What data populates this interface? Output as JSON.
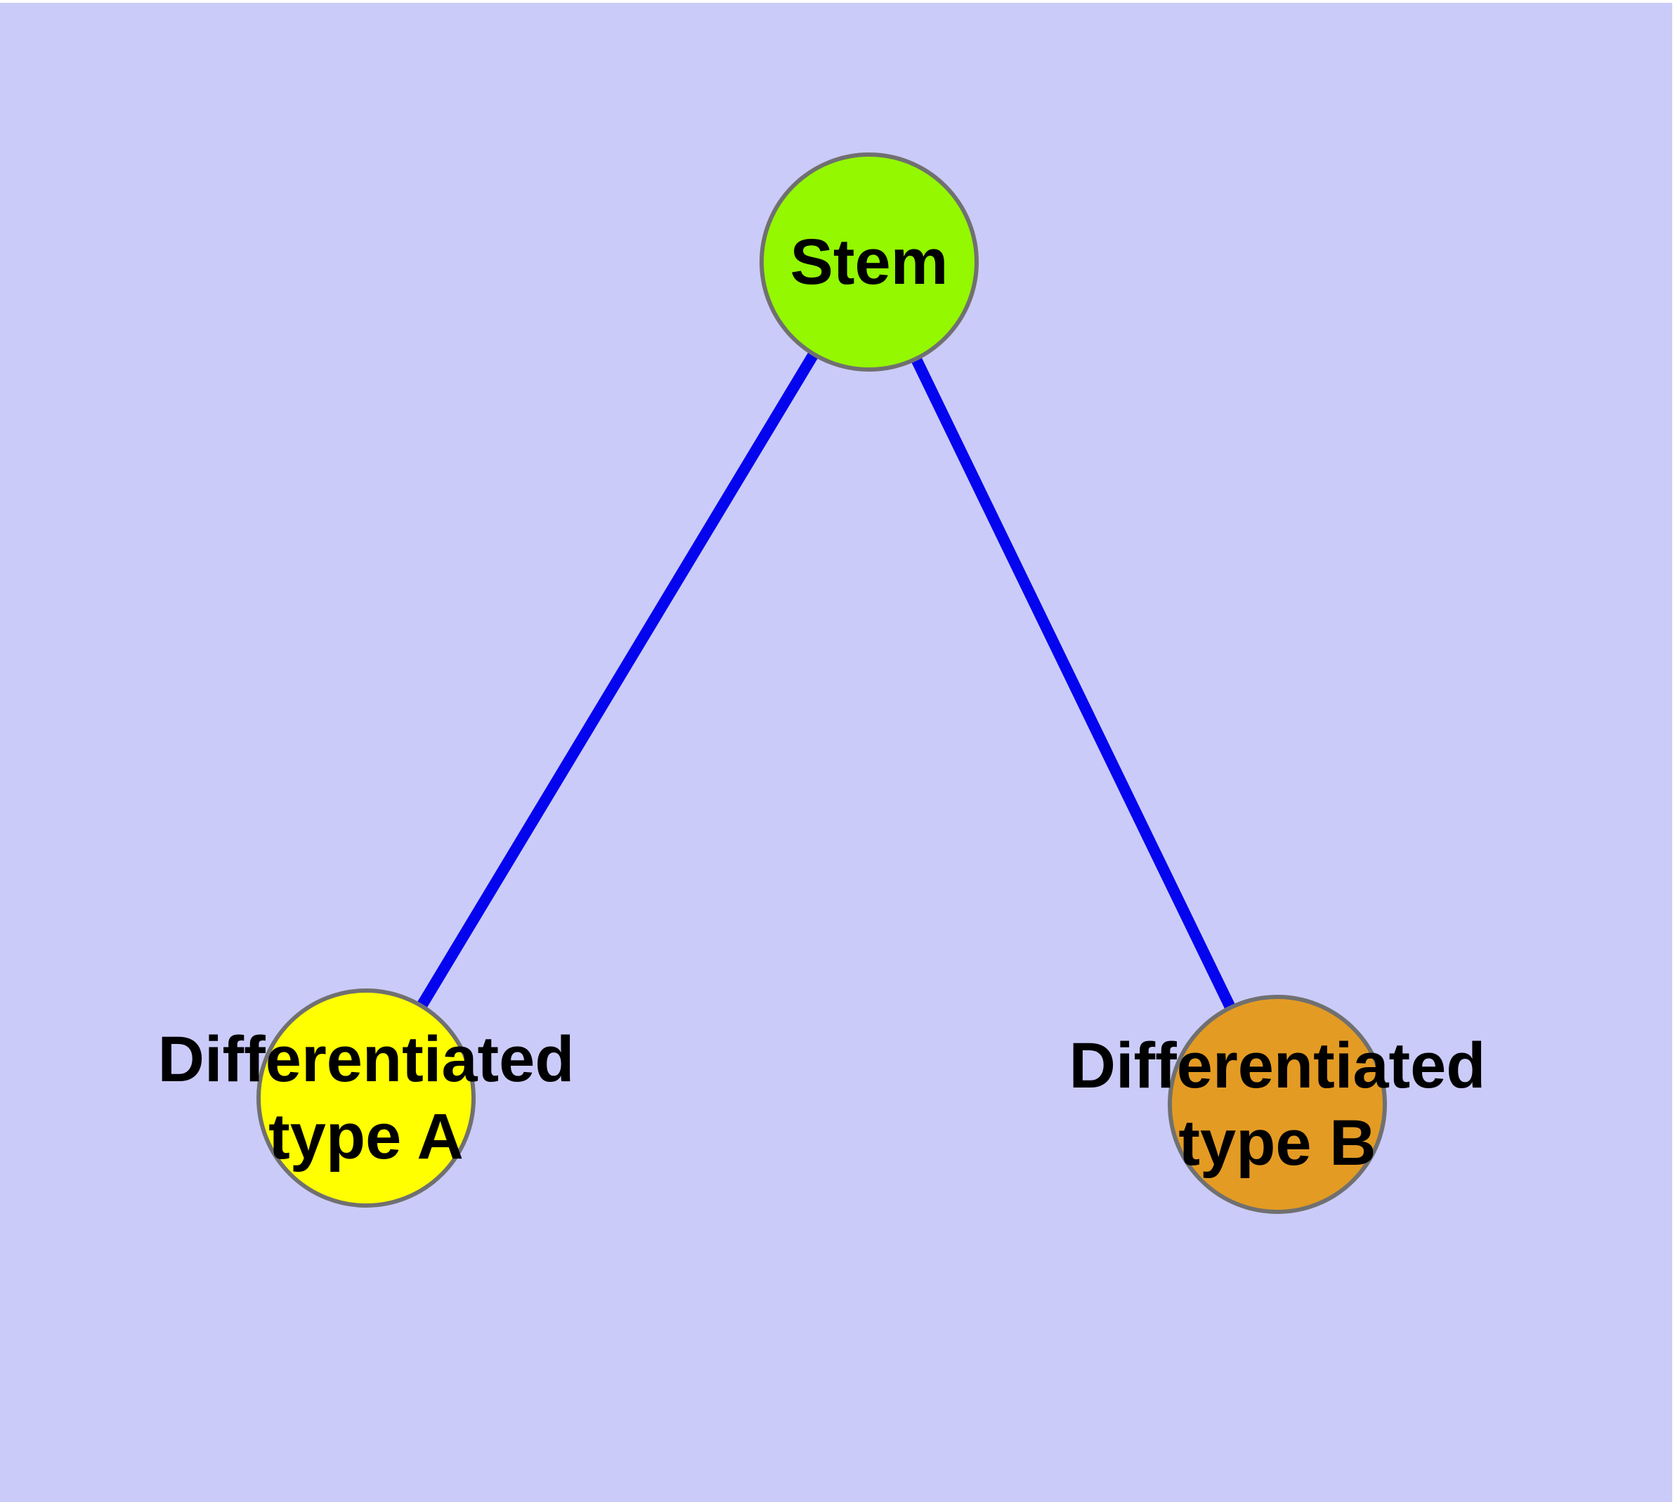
{
  "diagram": {
    "background_color": "#CBCBF9",
    "edge_color": "#0404EE",
    "node_border_color": "#707070",
    "label_color": "#000000",
    "nodes": [
      {
        "id": "stem",
        "label": "Stem",
        "fill": "#93F800"
      },
      {
        "id": "differentiated-type-a",
        "label": "Differentiated",
        "label_line2": "type A",
        "fill": "#FFFF00"
      },
      {
        "id": "differentiated-type-b",
        "label": "Differentiated",
        "label_line2": "type B",
        "fill": "#E49B23"
      }
    ],
    "edges": [
      {
        "from": "stem",
        "to": "differentiated-type-a"
      },
      {
        "from": "stem",
        "to": "differentiated-type-b"
      }
    ]
  }
}
